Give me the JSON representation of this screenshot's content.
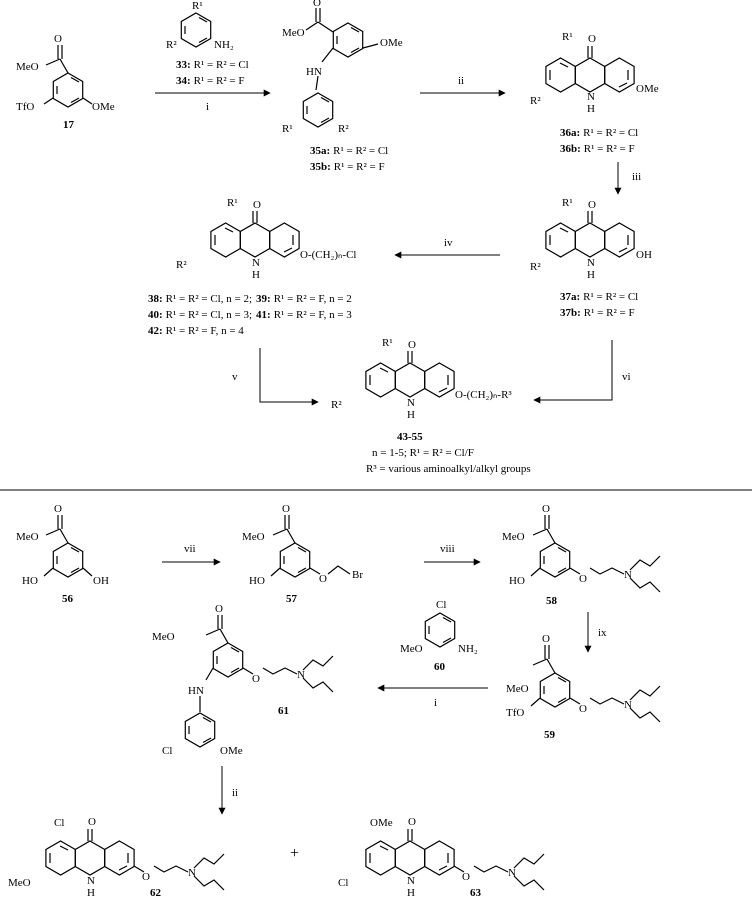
{
  "compounds": {
    "c17": {
      "number": "17",
      "labels": [
        "MeO",
        "O",
        "TfO",
        "OMe"
      ]
    },
    "c33": {
      "number": "33:",
      "text": "R¹ = R² = Cl"
    },
    "c34": {
      "number": "34:",
      "text": "R¹ = R² = F"
    },
    "aniline_labels": [
      "R¹",
      "R²",
      "NH₂"
    ],
    "c35": {
      "labels": [
        "MeO",
        "O",
        "HN",
        "OMe",
        "R¹",
        "R²"
      ],
      "a_num": "35a:",
      "a_text": "R¹ = R² = Cl",
      "b_num": "35b:",
      "b_text": "R¹ = R² = F"
    },
    "c36": {
      "labels": [
        "R¹",
        "O",
        "R²",
        "N",
        "H",
        "OMe"
      ],
      "a_num": "36a:",
      "a_text": "R¹ = R² = Cl",
      "b_num": "36b:",
      "b_text": "R¹ = R² = F"
    },
    "c37": {
      "labels": [
        "R¹",
        "O",
        "R²",
        "N",
        "H",
        "OH"
      ],
      "a_num": "37a:",
      "a_text": "R¹ = R² = Cl",
      "b_num": "37b:",
      "b_text": "R¹ = R² = F"
    },
    "c38_42": {
      "labels": [
        "R¹",
        "O",
        "R²",
        "N",
        "H",
        "O-(CH₂)ₙ-Cl"
      ],
      "rows": [
        [
          {
            "n": "38:",
            "t": "R¹ = R² = Cl, n = 2;"
          },
          {
            "n": "39:",
            "t": "R¹ = R² = F, n = 2"
          }
        ],
        [
          {
            "n": "40:",
            "t": "R¹ = R² = Cl, n = 3;"
          },
          {
            "n": "41:",
            "t": "R¹ = R² = F, n = 3"
          }
        ],
        [
          {
            "n": "42:",
            "t": "R¹ = R² = F, n = 4"
          }
        ]
      ]
    },
    "c43_55": {
      "labels": [
        "R¹",
        "O",
        "R²",
        "N",
        "H",
        "O-(CH₂)ₙ-R³"
      ],
      "number": "43-55",
      "line1": "n = 1-5; R¹ = R² = Cl/F",
      "line2": "R³ = various aminoalkyl/alkyl groups"
    },
    "c56": {
      "number": "56",
      "labels": [
        "MeO",
        "O",
        "HO",
        "OH"
      ]
    },
    "c57": {
      "number": "57",
      "labels": [
        "MeO",
        "O",
        "HO",
        "O",
        "Br"
      ]
    },
    "c58": {
      "number": "58",
      "labels": [
        "MeO",
        "O",
        "HO",
        "O",
        "N"
      ]
    },
    "c59": {
      "number": "59",
      "labels": [
        "MeO",
        "O",
        "TfO",
        "O",
        "N"
      ]
    },
    "c60": {
      "number": "60",
      "labels": [
        "Cl",
        "MeO",
        "NH₂"
      ]
    },
    "c61": {
      "number": "61",
      "labels": [
        "MeO",
        "O",
        "HN",
        "O",
        "N",
        "Cl",
        "OMe"
      ]
    },
    "c62": {
      "number": "62",
      "labels": [
        "Cl",
        "O",
        "MeO",
        "N",
        "H",
        "O",
        "N"
      ]
    },
    "c63": {
      "number": "63",
      "labels": [
        "OMe",
        "O",
        "Cl",
        "N",
        "H",
        "O",
        "N"
      ]
    }
  },
  "conditions": {
    "i": "i",
    "ii": "ii",
    "iii": "iii",
    "iv": "iv",
    "v": "v",
    "vi": "vi",
    "vii": "vii",
    "viii": "viii",
    "ix": "ix",
    "i2": "i",
    "ii2": "ii"
  },
  "plus": "+"
}
